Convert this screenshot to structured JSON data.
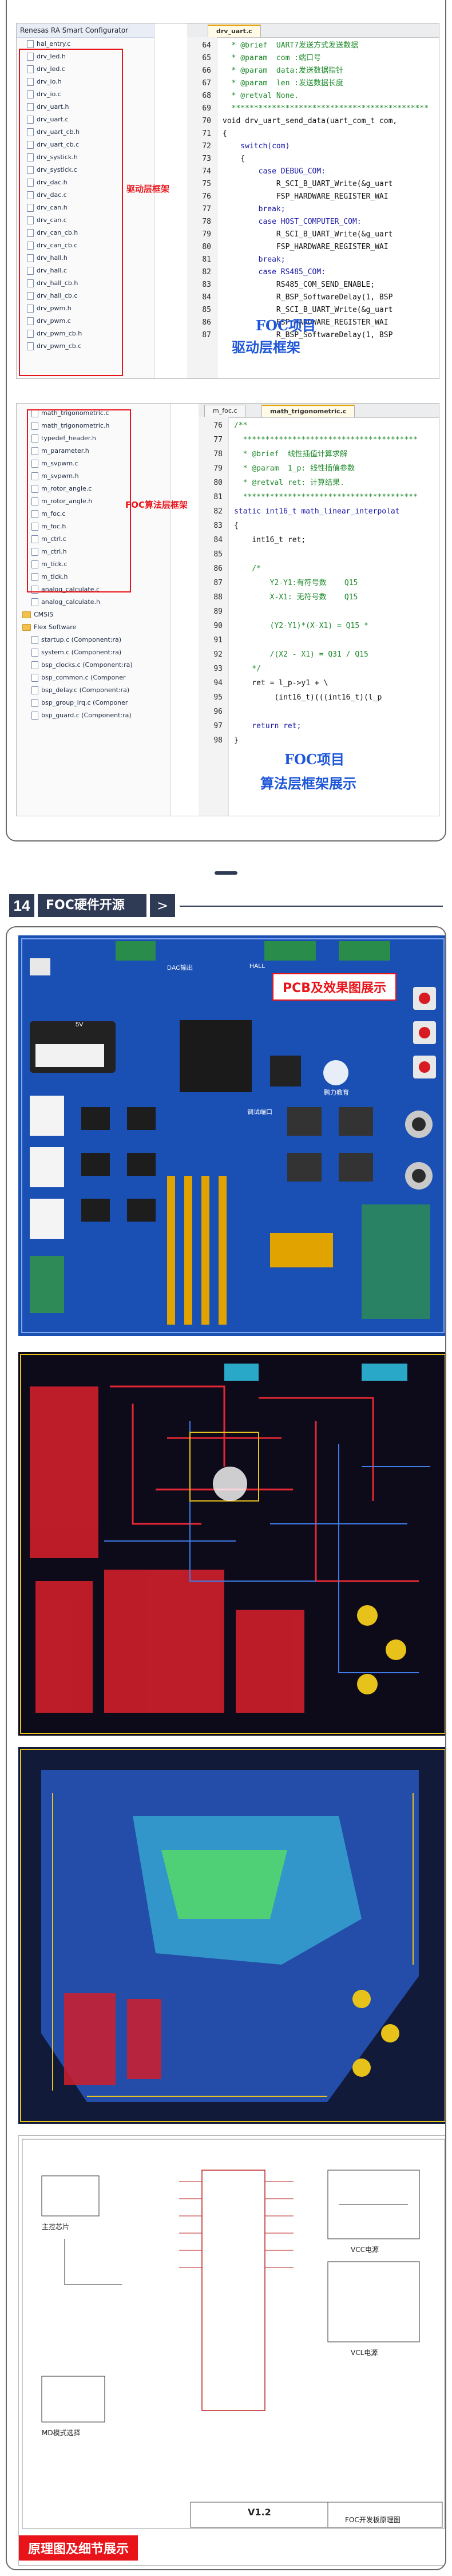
{
  "section13": {
    "top_panel": {
      "tree_header": "Renesas RA Smart Configurator",
      "files": [
        "hal_entry.c",
        "drv_led.h",
        "drv_led.c",
        "drv_io.h",
        "drv_io.c",
        "drv_uart.h",
        "drv_uart.c",
        "drv_uart_cb.h",
        "drv_uart_cb.c",
        "drv_systick.h",
        "drv_systick.c",
        "drv_dac.h",
        "drv_dac.c",
        "drv_can.h",
        "drv_can.c",
        "drv_can_cb.h",
        "drv_can_cb.c",
        "drv_hall.h",
        "drv_hall.c",
        "drv_hall_cb.h",
        "drv_hall_cb.c",
        "drv_pwm.h",
        "drv_pwm.c",
        "drv_pwm_cb.h",
        "drv_pwm_cb.c"
      ],
      "annotation": "驱动层框架",
      "tab": "drv_uart.c",
      "code_lines": [
        {
          "n": "64",
          "t": "  * @brief  UART7发送方式发送数据",
          "c": "comment"
        },
        {
          "n": "65",
          "t": "  * @param  com :端口号",
          "c": "comment"
        },
        {
          "n": "66",
          "t": "  * @param  data:发送数据指针",
          "c": "comment"
        },
        {
          "n": "67",
          "t": "  * @param  len :发送数据长度",
          "c": "comment"
        },
        {
          "n": "68",
          "t": "  * @retval None.",
          "c": "comment"
        },
        {
          "n": "69",
          "t": "  ********************************************",
          "c": "comment"
        },
        {
          "n": "70",
          "t": "void drv_uart_send_data(uart_com_t com,",
          "c": "normal"
        },
        {
          "n": "71",
          "t": "{",
          "c": "normal"
        },
        {
          "n": "72",
          "t": "    switch(com)",
          "c": "keyword"
        },
        {
          "n": "73",
          "t": "    {",
          "c": "normal"
        },
        {
          "n": "74",
          "t": "        case DEBUG_COM:",
          "c": "keyword"
        },
        {
          "n": "75",
          "t": "            R_SCI_B_UART_Write(&g_uart",
          "c": "normal"
        },
        {
          "n": "76",
          "t": "            FSP_HARDWARE_REGISTER_WAI",
          "c": "normal"
        },
        {
          "n": "77",
          "t": "        break;",
          "c": "keyword"
        },
        {
          "n": "78",
          "t": "        case HOST_COMPUTER_COM:",
          "c": "keyword"
        },
        {
          "n": "79",
          "t": "            R_SCI_B_UART_Write(&g_uart",
          "c": "normal"
        },
        {
          "n": "80",
          "t": "            FSP_HARDWARE_REGISTER_WAI",
          "c": "normal"
        },
        {
          "n": "81",
          "t": "        break;",
          "c": "keyword"
        },
        {
          "n": "82",
          "t": "        case RS485_COM:",
          "c": "keyword"
        },
        {
          "n": "83",
          "t": "            RS485_COM_SEND_ENABLE;",
          "c": "normal"
        },
        {
          "n": "84",
          "t": "            R_BSP_SoftwareDelay(1, BSP",
          "c": "normal"
        },
        {
          "n": "85",
          "t": "            R_SCI_B_UART_Write(&g_uart",
          "c": "normal"
        },
        {
          "n": "86",
          "t": "            FSP_HARDWARE_REGISTER_WAI",
          "c": "normal"
        },
        {
          "n": "87",
          "t": "            R_BSP_SoftwareDelay(1, BSP",
          "c": "normal"
        }
      ],
      "blue_text_1": "FOC项目",
      "blue_text_2": "驱动层框架"
    },
    "bottom_panel": {
      "files_boxed": [
        "math_trigonometric.c",
        "math_trigonometric.h",
        "typedef_header.h",
        "m_parameter.h",
        "m_svpwm.c",
        "m_svpwm.h",
        "m_rotor_angle.c",
        "m_rotor_angle.h",
        "m_foc.c",
        "m_foc.h",
        "m_ctrl.c",
        "m_ctrl.h",
        "m_tick.c",
        "m_tick.h"
      ],
      "files_other": [
        "analog_calculate.c",
        "analog_calculate.h"
      ],
      "tree_folders": [
        "CMSIS",
        "Flex Software"
      ],
      "tree_components": [
        "startup.c (Component:ra)",
        "system.c (Component:ra)",
        "bsp_clocks.c (Component:ra)",
        "bsp_common.c (Componer",
        "bsp_delay.c (Component:ra)",
        "bsp_group_irq.c (Componer",
        "bsp_guard.c (Component:ra)"
      ],
      "annotation": "FOC算法层框架",
      "tabs": [
        "m_foc.c",
        "math_trigonometric.c"
      ],
      "code_lines": [
        {
          "n": "76",
          "t": "/**",
          "c": "comment"
        },
        {
          "n": "77",
          "t": "  ***************************************",
          "c": "comment"
        },
        {
          "n": "78",
          "t": "  * @brief  线性插值计算求解",
          "c": "comment"
        },
        {
          "n": "79",
          "t": "  * @param  1_p: 线性插值参数",
          "c": "comment"
        },
        {
          "n": "80",
          "t": "  * @retval ret: 计算结果.",
          "c": "comment"
        },
        {
          "n": "81",
          "t": "  ***************************************",
          "c": "comment"
        },
        {
          "n": "82",
          "t": "static int16_t math_linear_interpolat",
          "c": "keyword"
        },
        {
          "n": "83",
          "t": "{",
          "c": "normal"
        },
        {
          "n": "84",
          "t": "    int16_t ret;",
          "c": "normal"
        },
        {
          "n": "85",
          "t": "",
          "c": "normal"
        },
        {
          "n": "86",
          "t": "    /*",
          "c": "comment"
        },
        {
          "n": "87",
          "t": "        Y2-Y1:有符号数    Q15",
          "c": "comment"
        },
        {
          "n": "88",
          "t": "        X-X1: 无符号数    Q15",
          "c": "comment"
        },
        {
          "n": "89",
          "t": "",
          "c": "normal"
        },
        {
          "n": "90",
          "t": "        (Y2-Y1)*(X-X1) = Q15 *",
          "c": "comment"
        },
        {
          "n": "91",
          "t": "",
          "c": "normal"
        },
        {
          "n": "92",
          "t": "        /(X2 - X1) = Q31 / Q15",
          "c": "comment"
        },
        {
          "n": "93",
          "t": "    */",
          "c": "comment"
        },
        {
          "n": "94",
          "t": "    ret = l_p->y1 + \\",
          "c": "normal"
        },
        {
          "n": "95",
          "t": "         (int16_t)(((int16_t)(l_p",
          "c": "normal"
        },
        {
          "n": "96",
          "t": "",
          "c": "normal"
        },
        {
          "n": "97",
          "t": "    return ret;",
          "c": "keyword"
        },
        {
          "n": "98",
          "t": "}",
          "c": "normal"
        }
      ],
      "blue_text_1": "FOC项目",
      "blue_text_2": "算法层框架展示"
    }
  },
  "section14": {
    "number": "14",
    "title": "FOC硬件开源",
    "arrow": ">",
    "pcb_badge": "PCB及效果图展示",
    "pcb_labels": {
      "hall": "HALL",
      "v5": "5V",
      "dac": "DAC输出",
      "debug": "调试端口",
      "brand": "鹏力教育"
    },
    "schematic": {
      "label_mcu": "主控芯片",
      "label_mode": "MD模式选择",
      "label_vcc": "VCC电源",
      "label_vcl": "VCL电源",
      "version": "V1.2",
      "footer_title": "FOC开发板原理图",
      "badge": "原理图及细节展示"
    }
  },
  "colors": {
    "red": "#e8141a",
    "blue_text": "#1d56d8",
    "header_bg": "#2f3a55",
    "pcb_blue": "#1a4fb4"
  }
}
